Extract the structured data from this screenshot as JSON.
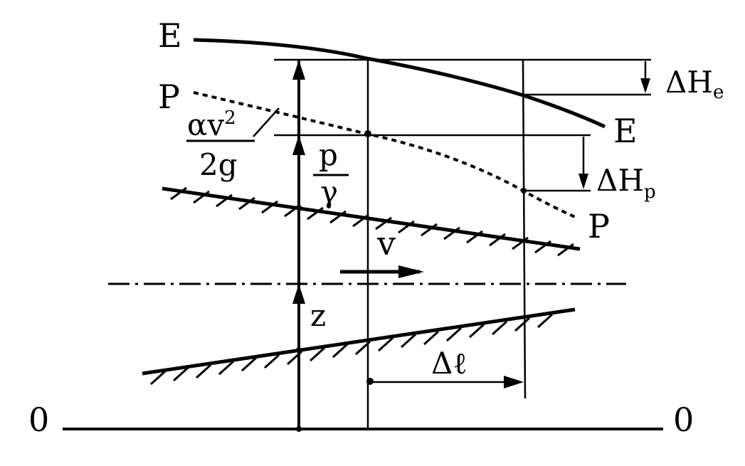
{
  "labels": {
    "energy_line_start": "E",
    "energy_line_end": "E",
    "pressure_line_start": "P",
    "pressure_line_end": "P",
    "velocity_head_numerator_base": "αv",
    "velocity_head_numerator_exp": "2",
    "velocity_head_denominator": "2g",
    "pressure_head_numerator": "p",
    "pressure_head_denominator": "γ",
    "elevation": "z",
    "velocity": "v",
    "delta_length": "Δℓ",
    "energy_loss_base": "ΔH",
    "energy_loss_sub": "e",
    "pressure_loss_base": "ΔH",
    "pressure_loss_sub": "p",
    "datum_left": "0",
    "datum_right": "0"
  },
  "colors": {
    "ink": "#000000",
    "background": "#ffffff"
  }
}
